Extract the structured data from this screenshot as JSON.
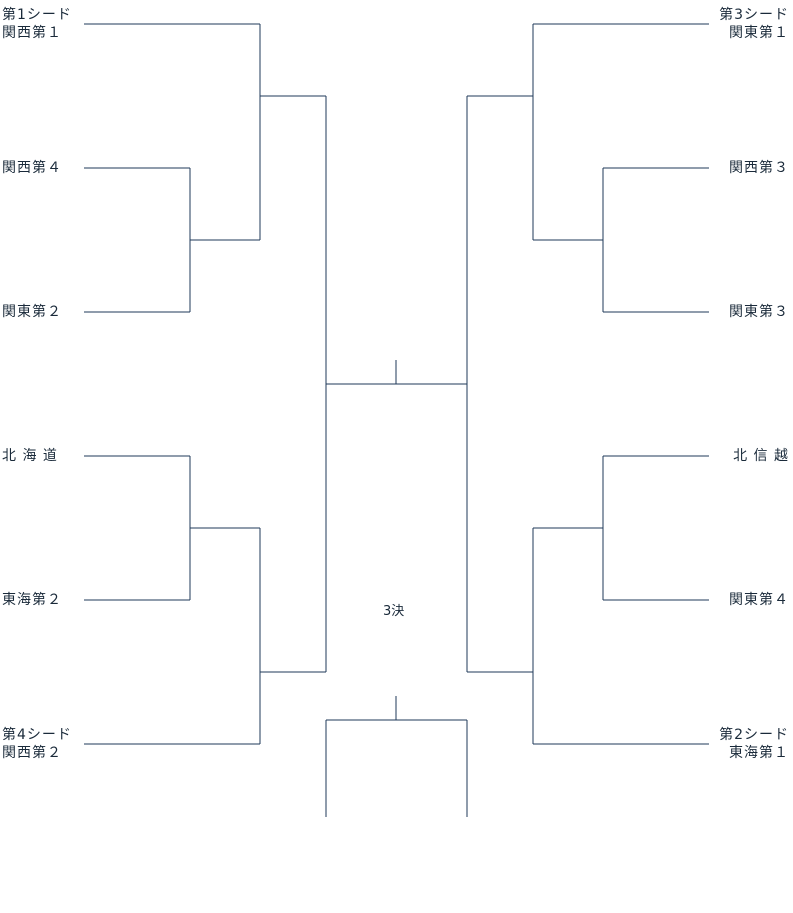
{
  "bracket": {
    "line_color": "#1f3a5a",
    "left_teams": [
      {
        "seed": "第1シード",
        "name": "関西第１"
      },
      {
        "seed": "",
        "name": "関西第４"
      },
      {
        "seed": "",
        "name": "関東第２"
      },
      {
        "seed": "",
        "name": "北 海 道"
      },
      {
        "seed": "",
        "name": "東海第２"
      },
      {
        "seed": "第4シード",
        "name": "関西第２"
      }
    ],
    "right_teams": [
      {
        "seed": "第3シード",
        "name": "関東第１"
      },
      {
        "seed": "",
        "name": "関西第３"
      },
      {
        "seed": "",
        "name": "関東第３"
      },
      {
        "seed": "",
        "name": "北 信 越"
      },
      {
        "seed": "",
        "name": "関東第４"
      },
      {
        "seed": "第2シード",
        "name": "東海第１"
      }
    ],
    "third_place_label": "3決"
  }
}
